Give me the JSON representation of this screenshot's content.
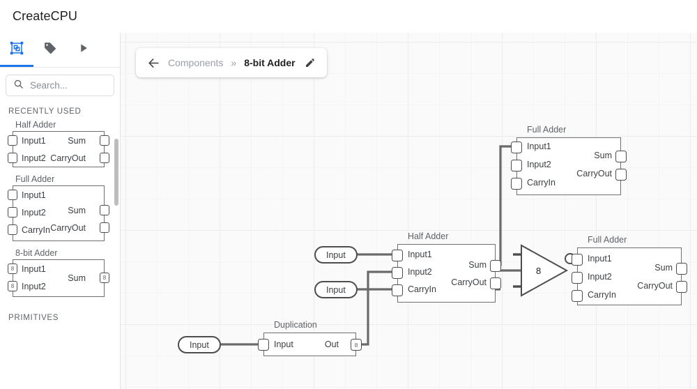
{
  "app": {
    "title": "CreateCPU"
  },
  "sidebar": {
    "tabs": [
      {
        "name": "components-tab",
        "icon": "component-select-icon",
        "active": true
      },
      {
        "name": "labels-tab",
        "icon": "tag-icon",
        "active": false
      },
      {
        "name": "run-tab",
        "icon": "play-icon",
        "active": false
      }
    ],
    "search": {
      "placeholder": "Search...",
      "value": "",
      "icon": "search-icon"
    },
    "sections": [
      {
        "label": "RECENTLY USED"
      },
      {
        "label": "PRIMITIVES"
      }
    ],
    "components": [
      {
        "title": "Half Adder",
        "inputs": [
          {
            "label": "Input1",
            "badge": ""
          },
          {
            "label": "Input2",
            "badge": ""
          }
        ],
        "outputs": [
          {
            "label": "Sum",
            "badge": ""
          },
          {
            "label": "CarryOut",
            "badge": ""
          }
        ]
      },
      {
        "title": "Full Adder",
        "inputs": [
          {
            "label": "Input1",
            "badge": ""
          },
          {
            "label": "Input2",
            "badge": ""
          },
          {
            "label": "CarryIn",
            "badge": ""
          }
        ],
        "outputs": [
          {
            "label": "Sum",
            "badge": ""
          },
          {
            "label": "CarryOut",
            "badge": ""
          }
        ]
      },
      {
        "title": "8-bit Adder",
        "inputs": [
          {
            "label": "Input1",
            "badge": "8"
          },
          {
            "label": "Input2",
            "badge": "8"
          }
        ],
        "outputs": [
          {
            "label": "Sum",
            "badge": "8"
          }
        ]
      }
    ]
  },
  "breadcrumb": {
    "back_icon": "arrow-left-icon",
    "parent": "Components",
    "separator": "»",
    "current": "8-bit Adder",
    "edit_icon": "pencil-icon"
  },
  "canvas": {
    "nodes": [
      {
        "id": "full-adder-top",
        "title": "Full Adder",
        "inputs": [
          {
            "label": "Input1",
            "badge": ""
          },
          {
            "label": "Input2",
            "badge": ""
          },
          {
            "label": "CarryIn",
            "badge": ""
          }
        ],
        "outputs": [
          {
            "label": "Sum",
            "badge": ""
          },
          {
            "label": "CarryOut",
            "badge": ""
          }
        ]
      },
      {
        "id": "half-adder-mid",
        "title": "Half Adder",
        "inputs": [
          {
            "label": "Input1",
            "badge": ""
          },
          {
            "label": "Input2",
            "badge": ""
          },
          {
            "label": "CarryIn",
            "badge": ""
          }
        ],
        "outputs": [
          {
            "label": "Sum",
            "badge": ""
          },
          {
            "label": "CarryOut",
            "badge": ""
          }
        ]
      },
      {
        "id": "full-adder-right",
        "title": "Full Adder",
        "inputs": [
          {
            "label": "Input1",
            "badge": ""
          },
          {
            "label": "Input2",
            "badge": ""
          },
          {
            "label": "CarryIn",
            "badge": ""
          }
        ],
        "outputs": [
          {
            "label": "Sum",
            "badge": ""
          },
          {
            "label": "CarryOut",
            "badge": ""
          }
        ]
      },
      {
        "id": "duplication",
        "title": "Duplication",
        "inputs": [
          {
            "label": "Input",
            "badge": ""
          }
        ],
        "outputs": [
          {
            "label": "Out",
            "badge": "8"
          }
        ]
      }
    ],
    "pills": [
      {
        "id": "input-pill-1",
        "label": "Input"
      },
      {
        "id": "input-pill-2",
        "label": "Input"
      },
      {
        "id": "input-pill-3",
        "label": "Input"
      }
    ],
    "buffer": {
      "id": "bus-buffer",
      "value": "8"
    }
  },
  "colors": {
    "accent": "#1a73e8",
    "node_stroke": "#6f6f6f",
    "wire": "#6a6a6a",
    "canvas_bg": "#fafafa",
    "grid": "#ececec"
  }
}
